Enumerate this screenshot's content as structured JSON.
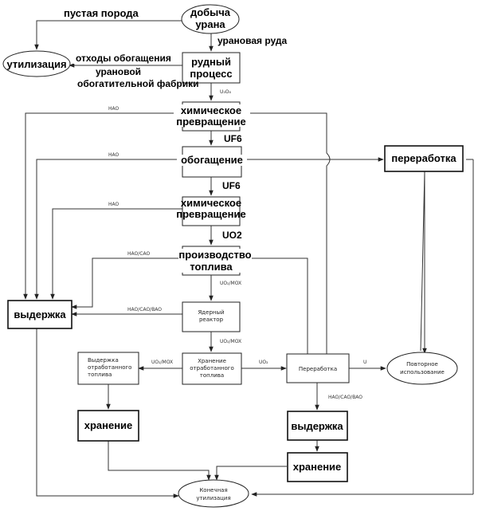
{
  "nodes": {
    "mining": [
      "добыча",
      "урана"
    ],
    "disposal_top": "утилизация",
    "ore_process": [
      "рудный",
      "процесс"
    ],
    "chem_conv_1": [
      "химическое",
      "превращение"
    ],
    "enrichment": "обогащение",
    "reprocessing_top": "переработка",
    "chem_conv_2": [
      "химическое",
      "превращение"
    ],
    "fuel_production": [
      "производство",
      "топлива"
    ],
    "storage_left": "выдержка",
    "reactor": [
      "Ядерный",
      "реактор"
    ],
    "spent_storage_left": [
      "Выдержка",
      "отработанного",
      "топлива"
    ],
    "spent_storage_mid": [
      "Хранение",
      "отработанного",
      "топлива"
    ],
    "reprocessing_mid": "Переработка",
    "reuse": [
      "Повторное",
      "использование"
    ],
    "storage_left_2": "хранение",
    "decay_right": "выдержка",
    "storage_right": "хранение",
    "final_disposal": [
      "Конечная",
      "утилизация"
    ]
  },
  "labels": {
    "waste_rock": "пустая порода",
    "uranium_ore": "урановая руда",
    "tailings": [
      "отходы обогащения",
      "урановой",
      "обогатительной фабрики"
    ],
    "u3o8": "U₃O₈",
    "uf6_a": "UF6",
    "uf6_b": "UF6",
    "uo2": "UO2",
    "hao_1": "HAO",
    "hao_2": "HAO",
    "hao_3": "HAO",
    "hao_cao": "HAO/CAO",
    "hao_cao_bao_1": "HAO/CAO/BAO",
    "uo2_mox_1": "UO₂/MOX",
    "uo2_mox_2": "UO₂/MOX",
    "uo2_mox_3": "UO₂/MOX",
    "uo2_out": "UO₂",
    "u_out": "U",
    "hao_cao_bao_2": "HAO/CAO/BAO"
  }
}
